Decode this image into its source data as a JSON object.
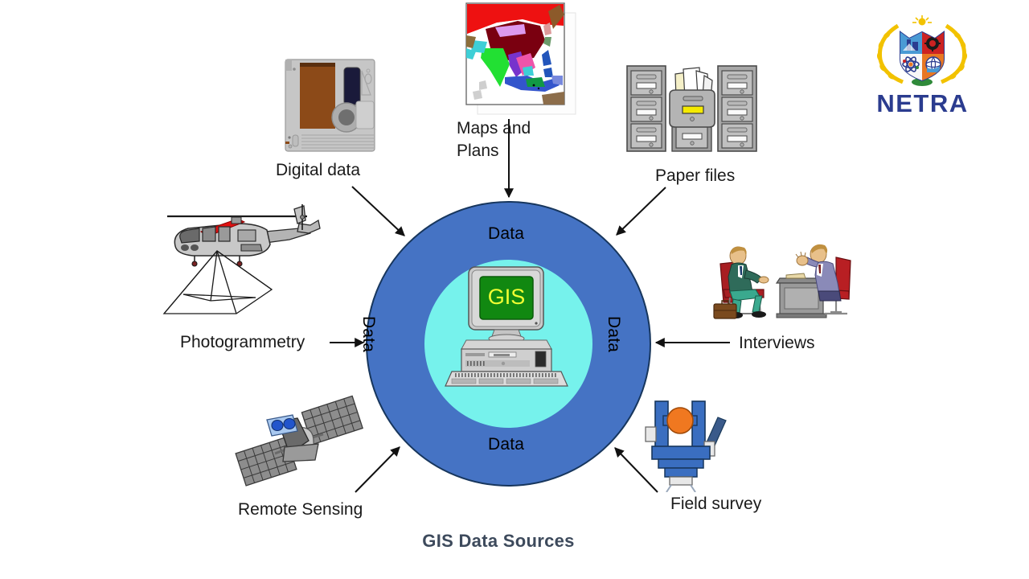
{
  "title": "GIS Data Sources",
  "center": {
    "core_label": "GIS",
    "ring_labels": {
      "top": "Data",
      "bottom": "Data",
      "left": "Data",
      "right": "Data"
    }
  },
  "sources": [
    {
      "id": "digital-data",
      "label": "Digital data",
      "icon": "disk-cartridge-icon"
    },
    {
      "id": "maps-and-plans",
      "label": "Maps and\nPlans",
      "label_line1": "Maps and",
      "label_line2": "Plans",
      "icon": "asia-map-icon"
    },
    {
      "id": "paper-files",
      "label": "Paper files",
      "icon": "filing-cabinets-icon"
    },
    {
      "id": "photogrammetry",
      "label": "Photogrammetry",
      "icon": "helicopter-icon"
    },
    {
      "id": "interviews",
      "label": "Interviews",
      "icon": "interview-people-icon"
    },
    {
      "id": "remote-sensing",
      "label": "Remote Sensing",
      "icon": "satellite-icon"
    },
    {
      "id": "field-survey",
      "label": "Field survey",
      "icon": "theodolite-icon"
    }
  ],
  "logo": {
    "text": "NETRA",
    "icon": "netra-crest-icon"
  },
  "colors": {
    "outer_ring": "#4573c4",
    "outer_ring_border": "#17365d",
    "inner_circle": "#76f2ec",
    "gis_screen": "#118811",
    "gis_text": "#f2ff33",
    "title": "#3d4a5c",
    "logo_text": "#2b3c8f",
    "logo_wreath": "#f2c200",
    "arrow": "#000000",
    "background": "#ffffff"
  }
}
